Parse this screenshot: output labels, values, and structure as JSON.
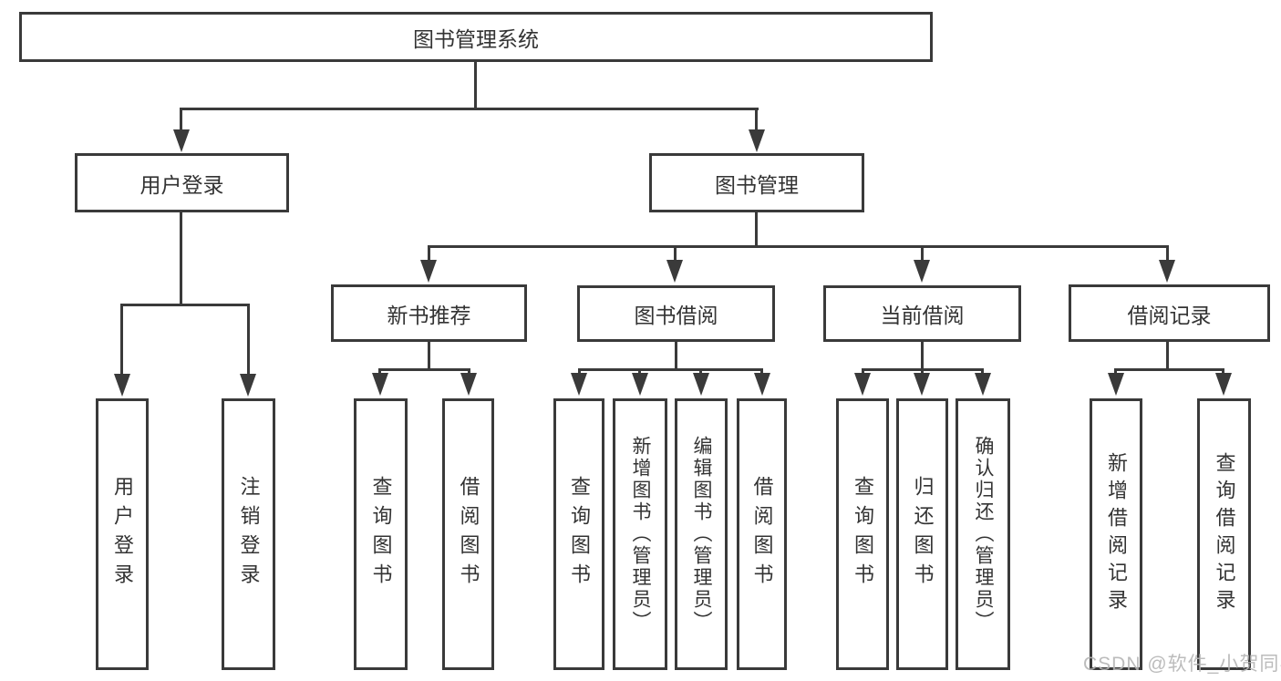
{
  "tree": {
    "label": "图书管理系统",
    "children": [
      {
        "label": "用户登录",
        "children": [
          {
            "label": "用户登录"
          },
          {
            "label": "注销登录"
          }
        ]
      },
      {
        "label": "图书管理",
        "children": [
          {
            "label": "新书推荐",
            "children": [
              {
                "label": "查询图书"
              },
              {
                "label": "借阅图书"
              }
            ]
          },
          {
            "label": "图书借阅",
            "children": [
              {
                "label": "查询图书"
              },
              {
                "label": "新增图书（管理员）"
              },
              {
                "label": "编辑图书（管理员）"
              },
              {
                "label": "借阅图书"
              }
            ]
          },
          {
            "label": "当前借阅",
            "children": [
              {
                "label": "查询图书"
              },
              {
                "label": "归还图书"
              },
              {
                "label": "确认归还（管理员）"
              }
            ]
          },
          {
            "label": "借阅记录",
            "children": [
              {
                "label": "新增借阅记录"
              },
              {
                "label": "查询借阅记录"
              }
            ]
          }
        ]
      }
    ]
  },
  "watermark": {
    "text": "CSDN @软件_小贺同学"
  },
  "colors": {
    "line": "#3a3a3a",
    "text": "#333333",
    "watermark": "#b5b5b5",
    "bg": "#ffffff"
  }
}
